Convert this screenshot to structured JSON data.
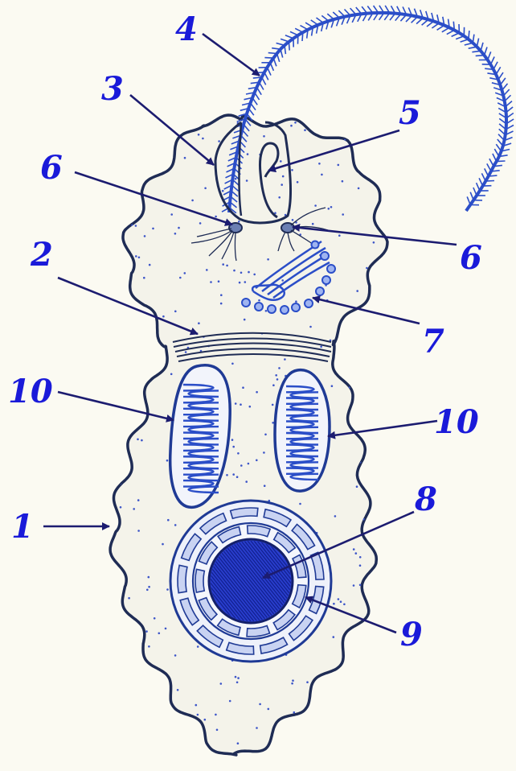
{
  "colors": {
    "background": "#fbfaf2",
    "ink": "#1a2a55",
    "label": "#1a1ad9",
    "arrow": "#1c1c70",
    "nucleus": "#2a3fcf",
    "dots": "#3c55c8"
  },
  "labels": {
    "l1": "1",
    "l2": "2",
    "l3": "3",
    "l4": "4",
    "l5": "5",
    "l6a": "6",
    "l6b": "6",
    "l7": "7",
    "l8": "8",
    "l9": "9",
    "l10a": "10",
    "l10b": "10"
  }
}
